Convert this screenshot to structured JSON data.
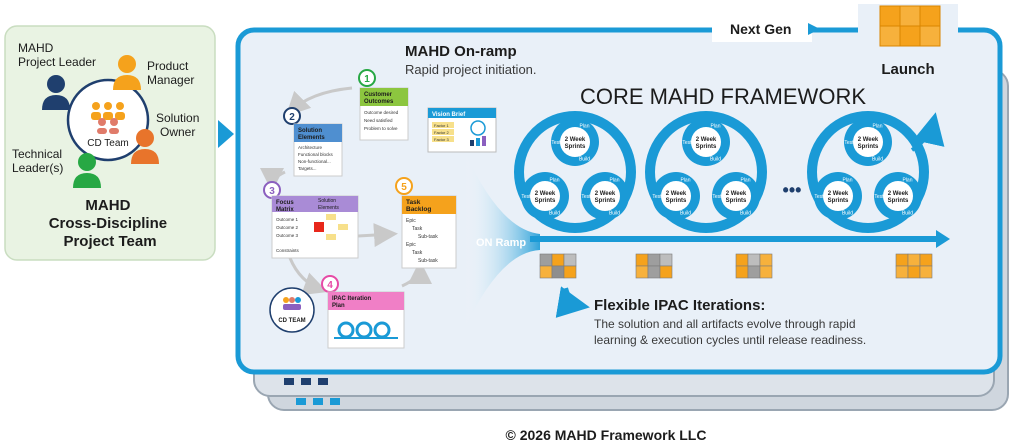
{
  "team": {
    "project_leader": [
      "MAHD",
      "Project Leader"
    ],
    "product_manager": [
      "Product",
      "Manager"
    ],
    "solution_owner": [
      "Solution",
      "Owner"
    ],
    "technical_leader": [
      "Technical",
      "Leader(s)"
    ],
    "cd_team": "CD Team",
    "title": [
      "MAHD",
      "Cross-Discipline",
      "Project Team"
    ]
  },
  "top": {
    "next_gen": "Next Gen",
    "launch": "Launch"
  },
  "onramp": {
    "title": "MAHD On-ramp",
    "subtitle": "Rapid project initiation.",
    "steps": [
      {
        "num": "1",
        "title": [
          "Customer",
          "Outcomes"
        ],
        "rows": [
          "Outcome desired",
          "Need satisfied",
          "Problem to solve"
        ]
      },
      {
        "num": "2",
        "title": [
          "Solution",
          "Elements"
        ],
        "rows": [
          "Architecture",
          "Functional blocks",
          "Non-functional...",
          "Targets..."
        ]
      },
      {
        "num": "3",
        "title": [
          "Focus",
          "Matrix"
        ],
        "col_title": [
          "Solution",
          "Elements"
        ],
        "rows": [
          "Outcome 1",
          "Outcome 2",
          "Outcome 3",
          "Constraints"
        ]
      },
      {
        "num": "4",
        "title": [
          "IPAC Iteration",
          "Plan"
        ]
      },
      {
        "num": "5",
        "title": [
          "Task",
          "Backlog"
        ],
        "rows": [
          "Epic",
          "Task",
          "Sub-task",
          "Epic",
          "Task",
          "Sub-task"
        ]
      }
    ],
    "vision_brief": {
      "title": "Vision Brief",
      "rows": [
        "Factor 1",
        "Factor 2",
        "Factor 3"
      ]
    },
    "cd_team_badge": "CD TEAM",
    "ramp_label": "ON Ramp"
  },
  "core": {
    "title": "CORE MAHD FRAMEWORK",
    "sprint_label": [
      "2 Week",
      "Sprints"
    ],
    "arc_words": [
      "Plan",
      "Build",
      "Test"
    ],
    "ellipsis": "•••",
    "iterations_title": "Flexible IPAC Iterations:",
    "iterations_text": [
      "The solution and all artifacts evolve through rapid",
      "learning & execution cycles until release readiness."
    ]
  },
  "footer": {
    "copyright": "© 2026 MAHD Framework LLC"
  },
  "colors": {
    "blue": "#1a9ad6",
    "light_blue": "#d6ecf8",
    "panel_bg": "#e9f0f8",
    "team_bg": "#e9f3e3",
    "orange": "#f5a21c",
    "green": "#27a844",
    "navy": "#1f3f6e",
    "purple": "#8b5fbf",
    "pink": "#e64aa6",
    "dark_text": "#1c1c1c"
  }
}
